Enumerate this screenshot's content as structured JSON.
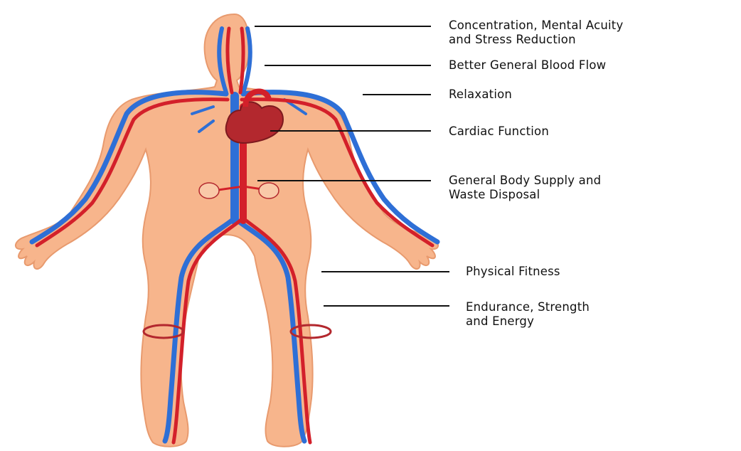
{
  "colors": {
    "skin": "#f7b58c",
    "skin_outline": "#e89a6e",
    "artery": "#d3202a",
    "vein": "#2e6fd6",
    "heart": "#b3282e",
    "leader_line": "#111111",
    "label_text": "#111111"
  },
  "labels": [
    {
      "id": "concentration",
      "lines": [
        "Concentration, Mental Acuity",
        "and Stress Reduction"
      ]
    },
    {
      "id": "blood-flow",
      "lines": [
        "Better General Blood Flow"
      ]
    },
    {
      "id": "relaxation",
      "lines": [
        "Relaxation"
      ]
    },
    {
      "id": "cardiac",
      "lines": [
        "Cardiac Function"
      ]
    },
    {
      "id": "supply",
      "lines": [
        "General Body Supply and",
        "Waste Disposal"
      ]
    },
    {
      "id": "fitness",
      "lines": [
        "Physical Fitness"
      ]
    },
    {
      "id": "endurance",
      "lines": [
        "Endurance, Strength",
        "and Energy"
      ]
    }
  ]
}
